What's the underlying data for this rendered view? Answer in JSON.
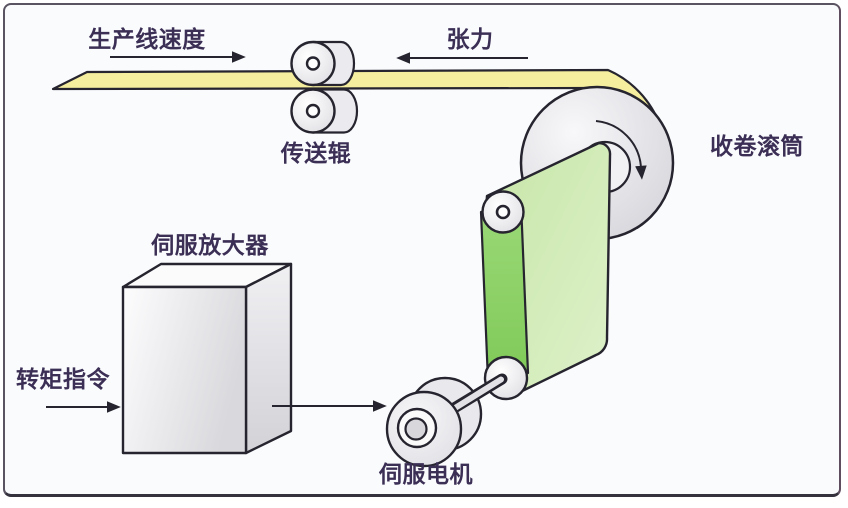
{
  "diagram": {
    "type": "winding-tension-control-schematic",
    "labels": {
      "line_speed": "生产线速度",
      "tension": "张力",
      "feed_rollers": "传送辊",
      "winding_drum": "收卷滚筒",
      "servo_amplifier": "伺服放大器",
      "torque_command": "转矩指令",
      "servo_motor": "伺服电机"
    },
    "arrows": {
      "line_speed_arrow": "right",
      "tension_arrow": "left",
      "torque_command_arrow": "right",
      "amplifier_to_motor_arrow": "right",
      "drum_rotation_arrow": "clockwise"
    }
  },
  "colors": {
    "bg": "#f9fbfd",
    "frame_border": "#5a5462",
    "outline": "#26242e",
    "label_text": "#3c2f55",
    "web_yellow": "#f4ee9e",
    "belt_green_light": "#d2ecba",
    "belt_green_dark": "#8fd369",
    "machine_gray": "#e9e9ed"
  }
}
